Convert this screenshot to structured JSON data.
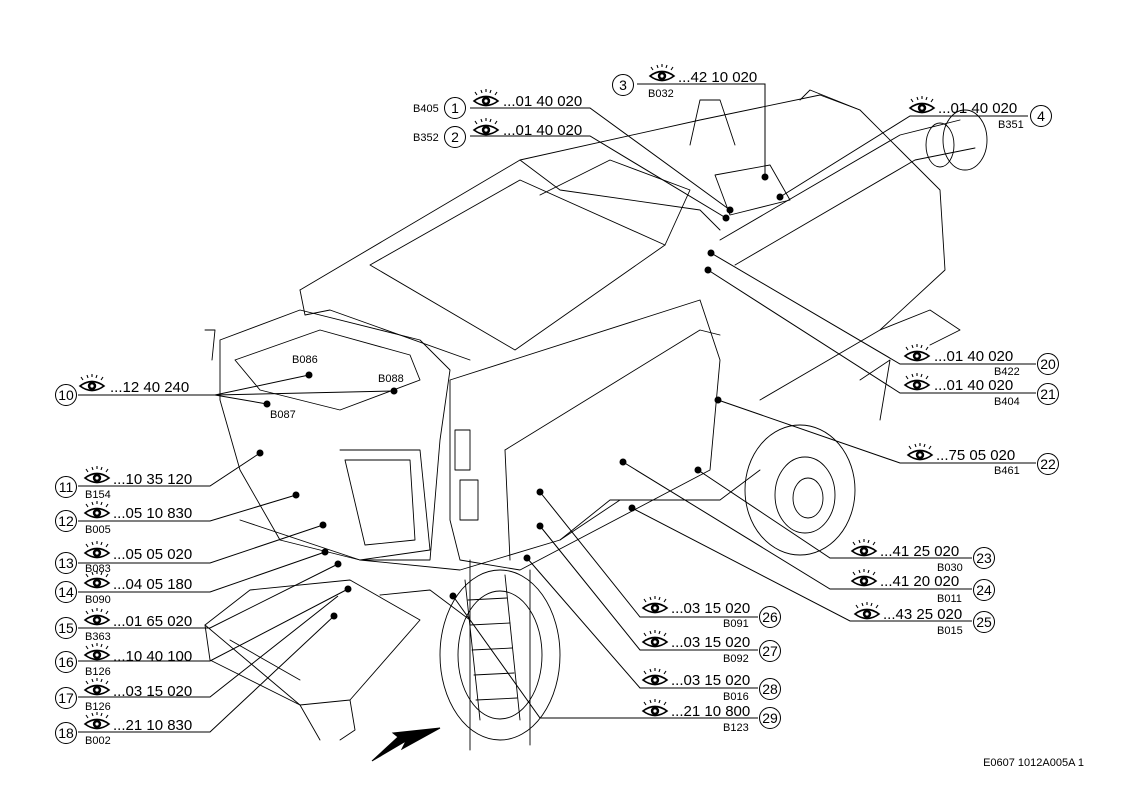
{
  "diagram": {
    "footer_code": "E0607 1012A005A 1",
    "callouts": [
      {
        "num": "1",
        "part": "...01 40 020",
        "code": "B405"
      },
      {
        "num": "2",
        "part": "...01 40 020",
        "code": "B352"
      },
      {
        "num": "3",
        "part": "...42 10 020",
        "code": "B032"
      },
      {
        "num": "4",
        "part": "...01 40 020",
        "code": "B351"
      },
      {
        "num": "10",
        "part": "...12 40 240",
        "code": ""
      },
      {
        "num": "11",
        "part": "...10 35 120",
        "code": "B154"
      },
      {
        "num": "12",
        "part": "...05 10 830",
        "code": "B005"
      },
      {
        "num": "13",
        "part": "...05 05 020",
        "code": "B083"
      },
      {
        "num": "14",
        "part": "...04 05 180",
        "code": "B090"
      },
      {
        "num": "15",
        "part": "...01 65 020",
        "code": "B363"
      },
      {
        "num": "16",
        "part": "...10 40 100",
        "code": "B126"
      },
      {
        "num": "17",
        "part": "...03 15 020",
        "code": "B126"
      },
      {
        "num": "18",
        "part": "...21 10 830",
        "code": "B002"
      },
      {
        "num": "20",
        "part": "...01 40 020",
        "code": "B422"
      },
      {
        "num": "21",
        "part": "...01 40 020",
        "code": "B404"
      },
      {
        "num": "22",
        "part": "...75 05 020",
        "code": "B461"
      },
      {
        "num": "23",
        "part": "...41 25 020",
        "code": "B030"
      },
      {
        "num": "24",
        "part": "...41 20 020",
        "code": "B011"
      },
      {
        "num": "25",
        "part": "...43 25 020",
        "code": "B015"
      },
      {
        "num": "26",
        "part": "...03 15 020",
        "code": "B091"
      },
      {
        "num": "27",
        "part": "...03 15 020",
        "code": "B092"
      },
      {
        "num": "28",
        "part": "...03 15 020",
        "code": "B016"
      },
      {
        "num": "29",
        "part": "...21 10 800",
        "code": "B123"
      }
    ],
    "inline_labels": [
      "B086",
      "B088",
      "B087"
    ]
  }
}
